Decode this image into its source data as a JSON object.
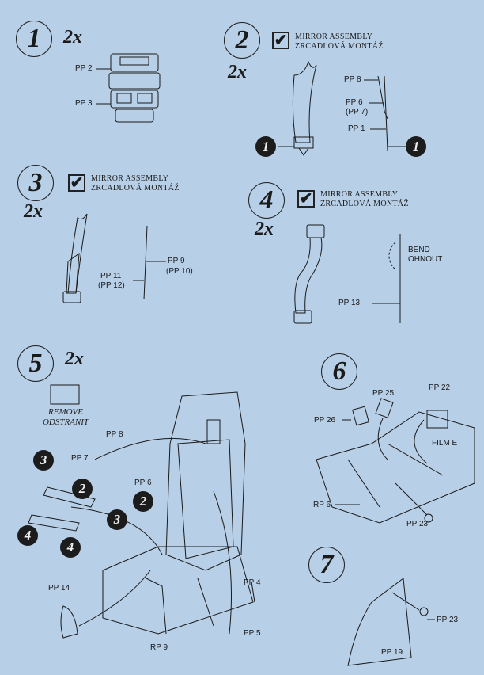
{
  "steps": [
    {
      "number": "1",
      "quantity": "2x"
    },
    {
      "number": "2",
      "quantity": "2x",
      "check_label_1": "MIRROR  ASSEMBLY",
      "check_label_2": "ZRCADLOVÁ MONTÁŽ"
    },
    {
      "number": "3",
      "quantity": "2x",
      "check_label_1": "MIRROR  ASSEMBLY",
      "check_label_2": "ZRCADLOVÁ MONTÁŽ"
    },
    {
      "number": "4",
      "quantity": "2x",
      "check_label_1": "MIRROR  ASSEMBLY",
      "check_label_2": "ZRCADLOVÁ MONTÁŽ"
    },
    {
      "number": "5",
      "quantity": "2x"
    },
    {
      "number": "6"
    },
    {
      "number": "7"
    }
  ],
  "check_mark": "✔",
  "step1": {
    "labels": [
      "PP 2",
      "PP 3"
    ]
  },
  "step2": {
    "labels": [
      "PP 8",
      "PP 6",
      "(PP 7)",
      "PP 1"
    ],
    "badge": "1"
  },
  "step3": {
    "labels": [
      "PP 11",
      "(PP 12)",
      "PP 9",
      "(PP 10)"
    ]
  },
  "step4": {
    "labels": [
      "BEND",
      "OHNOUT",
      "PP 13"
    ]
  },
  "step5": {
    "remove_1": "REMOVE",
    "remove_2": "ODSTRANIT",
    "labels": [
      "PP 8",
      "PP 7",
      "PP 6",
      "PP 14",
      "RP 9",
      "PP 4",
      "PP 5"
    ],
    "badges": [
      "3",
      "2",
      "2",
      "3",
      "4",
      "4"
    ]
  },
  "step6": {
    "labels": [
      "PP 25",
      "PP 22",
      "PP 26",
      "FILM E",
      "RP 6",
      "PP 23"
    ]
  },
  "step7": {
    "labels": [
      "PP 23",
      "PP 19"
    ]
  }
}
